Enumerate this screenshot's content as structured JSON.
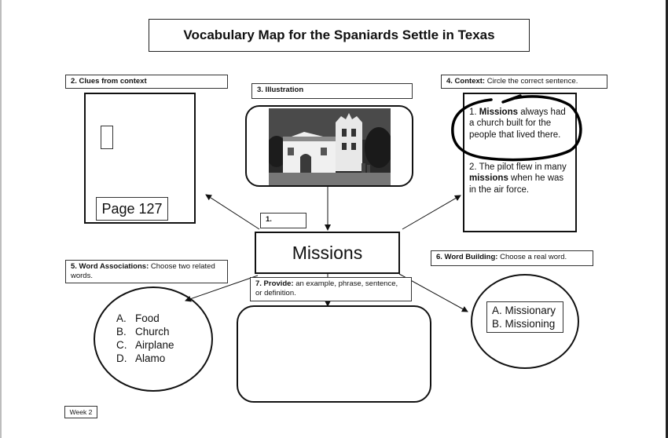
{
  "title": "Vocabulary Map for the Spaniards Settle in Texas",
  "center": {
    "number_label": "1.",
    "word": "Missions"
  },
  "clues": {
    "label": "2.  Clues from context",
    "page_ref": "Page 127"
  },
  "illustration": {
    "label": "3.  Illustration"
  },
  "context": {
    "label_bold": "4.  Context:",
    "label_rest": "  Circle the correct sentence.",
    "sentence1_num": "1.  ",
    "sentence1_bold": "Missions",
    "sentence1_rest": " always had a church  built for the people that lived there.",
    "sentence2_pre": "2. The pilot flew in many ",
    "sentence2_bold": "missions",
    "sentence2_rest": " when he was in the air force."
  },
  "word_associations": {
    "label_bold": "5.  Word Associations:",
    "label_rest": "   Choose two related words.",
    "options": [
      {
        "letter": "A.",
        "text": "Food"
      },
      {
        "letter": "B.",
        "text": "Church"
      },
      {
        "letter": "C.",
        "text": "Airplane"
      },
      {
        "letter": "D.",
        "text": "Alamo"
      }
    ]
  },
  "word_building": {
    "label_bold": "6.  Word Building:",
    "label_rest": "  Choose  a real word.",
    "options": [
      "A. Missionary",
      "B. Missioning"
    ]
  },
  "provide": {
    "label_bold": "7. Provide:",
    "label_rest": " an example, phrase, sentence, or definition."
  },
  "footer": {
    "week": "Week 2"
  }
}
